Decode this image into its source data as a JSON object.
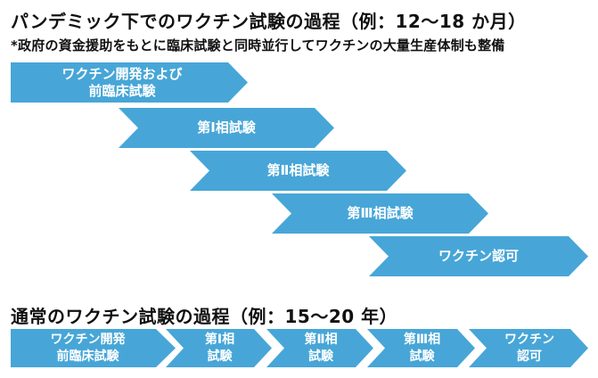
{
  "colors": {
    "arrow_fill": "#47A6D7",
    "text": "#111111"
  },
  "pandemic": {
    "title": "パンデミック下でのワクチン試験の過程（例：12〜18 か月）",
    "note": "*政府の資金援助をもとに臨床試験と同時並行してワクチンの大量生産体制も整備",
    "steps": [
      {
        "line1": "ワクチン開発および",
        "line2": "前臨床試験"
      },
      {
        "line1": "第Ⅰ相試験"
      },
      {
        "line1": "第Ⅱ相試験"
      },
      {
        "line1": "第Ⅲ相試験"
      },
      {
        "line1": "ワクチン認可"
      }
    ]
  },
  "normal": {
    "title": "通常のワクチン試験の過程（例：15〜20 年）",
    "steps": [
      {
        "line1": "ワクチン開発",
        "line2": "前臨床試験"
      },
      {
        "line1": "第Ⅰ相",
        "line2": "試験"
      },
      {
        "line1": "第Ⅱ相",
        "line2": "試験"
      },
      {
        "line1": "第Ⅲ相",
        "line2": "試験"
      },
      {
        "line1": "ワクチン",
        "line2": "認可"
      }
    ]
  }
}
